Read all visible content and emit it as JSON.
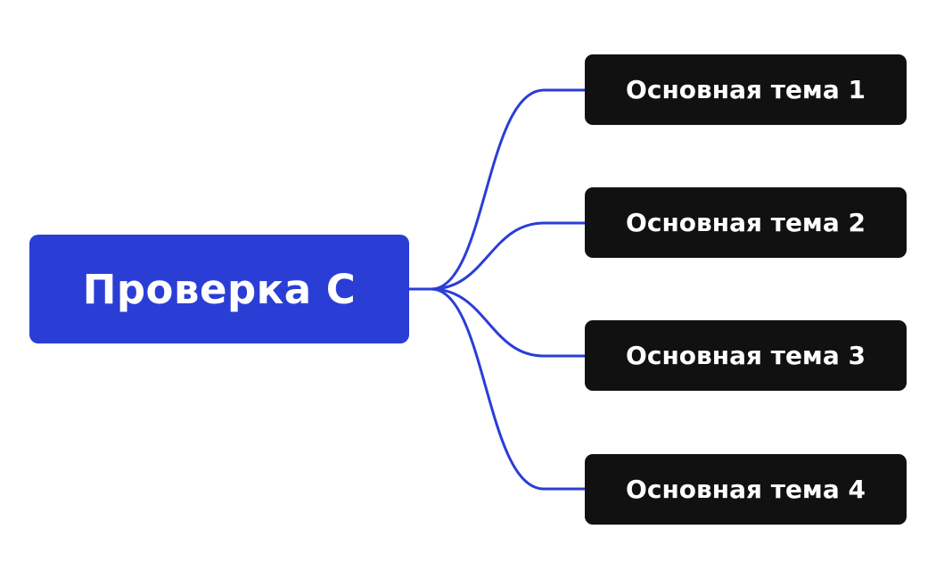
{
  "mindmap": {
    "root": {
      "label": "Проверка С",
      "fill_color": "#2a3ed6",
      "text_color": "#ffffff"
    },
    "connector_color": "#2a3ed6",
    "topics": [
      {
        "label": "Основная тема 1"
      },
      {
        "label": "Основная тема 2"
      },
      {
        "label": "Основная тема 3"
      },
      {
        "label": "Основная тема 4"
      }
    ],
    "topic_fill_color": "#111111",
    "topic_text_color": "#ffffff"
  }
}
